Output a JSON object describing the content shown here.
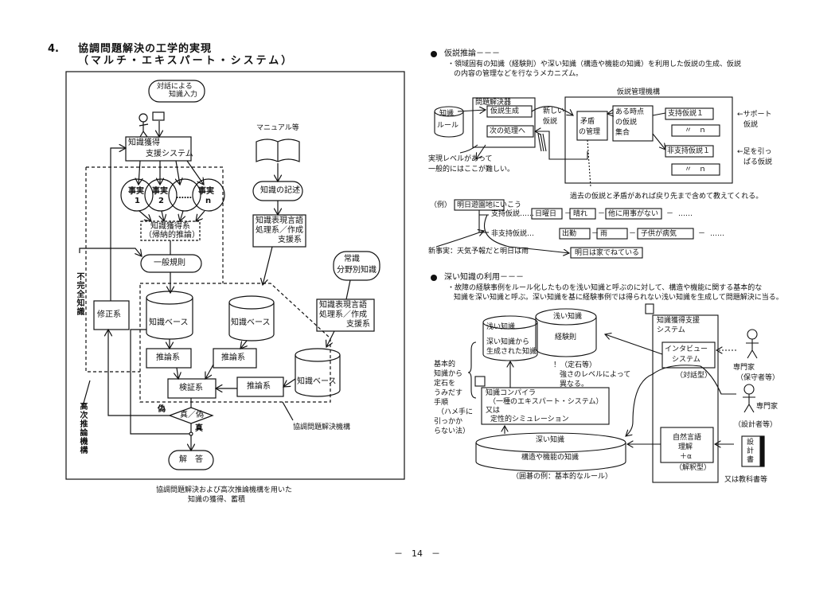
{
  "section": {
    "number": "4.",
    "title": "協調問題解決の工学的実現",
    "subtitle": "（マルチ・エキスパート・システム）"
  },
  "left_diagram": {
    "dialog_input": [
      "対話による",
      "知識入力"
    ],
    "acquisition_support": [
      "知識獲得",
      "支援システム"
    ],
    "facts": [
      {
        "label": "事実",
        "index": "1"
      },
      {
        "label": "事実",
        "index": "2"
      },
      {
        "label": "……",
        "index": ""
      },
      {
        "label": "事実",
        "index": "n"
      }
    ],
    "acquisition_system": [
      "知識獲得系",
      "（帰納的推論）"
    ],
    "general_rules": "一般規則",
    "manual": "マニュアル等",
    "knowledge_description": "知識の記述",
    "repr_lang_1": [
      "知識表現言語",
      "処理系／作成",
      "支援系"
    ],
    "common_sense": [
      "常識",
      "分野別知識"
    ],
    "repr_lang_2": [
      "知識表現言語",
      "処理系／作成",
      "支援系"
    ],
    "knowledge_base": "知識ベース",
    "inference": "推論系",
    "verification": "検証系",
    "correction": "修正系",
    "true_false": "真／偽",
    "false_label": "偽",
    "true_label": "真",
    "answer": "解　答",
    "incomplete_knowledge": "不完全知識",
    "higher_inference": "高次推論機構",
    "cooperative_mechanism": "協調問題解決機構",
    "caption": [
      "協調問題解決および高次推論機構を用いた",
      "知識の獲得、蓄積"
    ]
  },
  "hypothesis": {
    "heading": "仮説推論－－－",
    "desc": [
      "・領域固有の知識（経験則）や深い知識（構造や機能の知識）を利用した仮説の生成、仮説",
      "の内容の管理などを行なうメカニズム。"
    ],
    "solver_title": "問題解決器",
    "hyp_gen": "仮説生成",
    "next_proc": "次の処理へ",
    "knowledge_rule": [
      "知識",
      "ルール"
    ],
    "new_hyp": [
      "新しい",
      "仮説"
    ],
    "difficulty_note": [
      "実現レベルがあって",
      "一般的にはここが難しい。"
    ],
    "mgmt_title": "仮説管理機構",
    "contradiction": [
      "矛盾",
      "の管理"
    ],
    "hyp_set": [
      "ある時点",
      "の仮説",
      "集合"
    ],
    "support_hyp": "支持仮説１",
    "non_support_hyp": "非支持仮説１",
    "ditto_n": "〃　ｎ",
    "support_note": [
      "←サポート",
      "仮説"
    ],
    "pull_note": [
      "←足を引っ",
      "ぱる仮説"
    ],
    "backtrack_note": "過去の仮説と矛盾があれば戻り先まで含めて教えてくれる。",
    "example_label": "（例）",
    "example_goal": "明日遊園地にいこう",
    "support_label": "支持仮説……",
    "support_chain": [
      "日曜日",
      "晴れ",
      "他に用事がない"
    ],
    "non_support_label": "非支持仮説…",
    "non_support_chain": [
      "出勤",
      "雨",
      "子供が病気"
    ],
    "ellipsis": "……",
    "new_fact": "新事実：天気予報だと明日は雨",
    "result": "明日は家でねている"
  },
  "deep_knowledge": {
    "heading": "深い知識の利用－－－",
    "desc": [
      "・故障の経験事例をルール化したものを浅い知識と呼ぶのに対して、構造や機能に関する基本的な",
      "知識を深い知識と呼ぶ。深い知識を基に経験事例では得られない浅い知識を生成して問題解決に当る。"
    ],
    "shallow_generated": [
      "浅い知識",
      "深い知識から",
      "生成された知識"
    ],
    "shallow_empirical": [
      "浅い知識",
      "経験則"
    ],
    "strength_note": [
      "！（定石等）",
      "強さのレベルによって",
      "異なる。"
    ],
    "procedure_note": [
      "基本的",
      "知識から",
      "定石を",
      "うみだす",
      "手順",
      "（ハメ手に",
      "引っかか",
      "らない法）"
    ],
    "compiler": [
      "知識コンパイラ",
      "（一種のエキスパート・システム）",
      "又は",
      "定性的シミュレーション"
    ],
    "deep": [
      "深い知識",
      "構造や機能の知識"
    ],
    "deep_example": "（囲碁の例：基本的なルール）",
    "support_system": [
      "知識獲得支援",
      "システム"
    ],
    "interview": [
      "インタビュー",
      "システム"
    ],
    "interview_type": "（対話型）",
    "nlp": [
      "自然言語",
      "理解",
      "＋α"
    ],
    "nlp_type": "（解釈型）",
    "expert1": [
      "専門家",
      "（保守者等）"
    ],
    "expert2": [
      "専門家",
      "（設計者等）"
    ],
    "design_doc": [
      "設",
      "計",
      "書"
    ],
    "textbook": "又は教科書等"
  },
  "page_number": "－　14　－"
}
